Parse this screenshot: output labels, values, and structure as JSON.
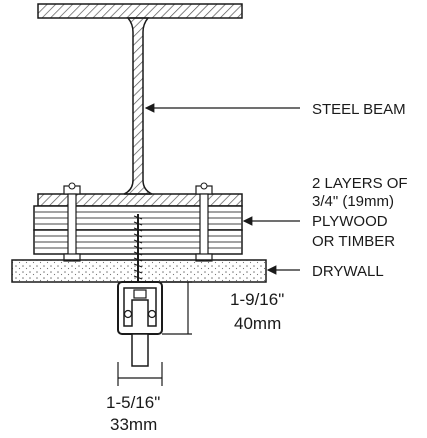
{
  "labels": {
    "beam": "STEEL BEAM",
    "layers_line1": "2 LAYERS OF",
    "layers_line2": "3/4\" (19mm)",
    "layers_line3": "PLYWOOD",
    "layers_line4": "OR TIMBER",
    "drywall": "DRYWALL",
    "height_imperial": "1-9/16\"",
    "height_metric": "40mm",
    "width_imperial": "1-5/16\"",
    "width_metric": "33mm"
  },
  "colors": {
    "stroke": "#1a1a1a",
    "steel_fill": "#ffffff",
    "hatch": "#555555",
    "plywood_fill": "#ffffff",
    "drywall_dots": "#777777"
  }
}
